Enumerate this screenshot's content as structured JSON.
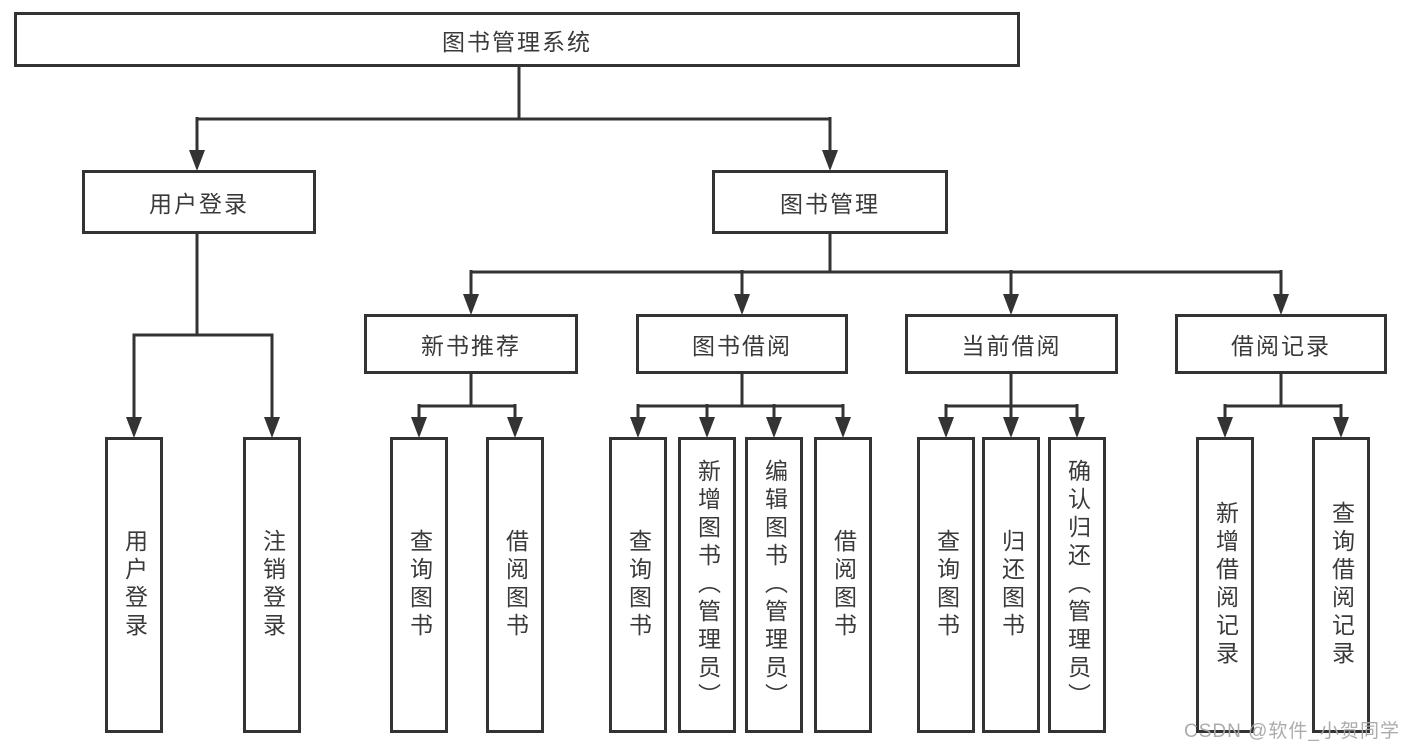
{
  "diagram": {
    "tree": {
      "label": "图书管理系统",
      "children": [
        {
          "label": "用户登录",
          "children": [
            {
              "label": "用户登录"
            },
            {
              "label": "注销登录"
            }
          ]
        },
        {
          "label": "图书管理",
          "children": [
            {
              "label": "新书推荐",
              "children": [
                {
                  "label": "查询图书"
                },
                {
                  "label": "借阅图书"
                }
              ]
            },
            {
              "label": "图书借阅",
              "children": [
                {
                  "label": "查询图书"
                },
                {
                  "label": "新增图书（管理员）"
                },
                {
                  "label": "编辑图书（管理员）"
                },
                {
                  "label": "借阅图书"
                }
              ]
            },
            {
              "label": "当前借阅",
              "children": [
                {
                  "label": "查询图书"
                },
                {
                  "label": "归还图书"
                },
                {
                  "label": "确认归还（管理员）"
                }
              ]
            },
            {
              "label": "借阅记录",
              "children": [
                {
                  "label": "新增借阅记录"
                },
                {
                  "label": "查询借阅记录"
                }
              ]
            }
          ]
        }
      ]
    },
    "watermark": "CSDN @软件_小贺同学",
    "colors": {
      "line": "#333333",
      "text": "#3a3a3a",
      "watermark": "#a8a8a8",
      "background": "#ffffff"
    }
  }
}
